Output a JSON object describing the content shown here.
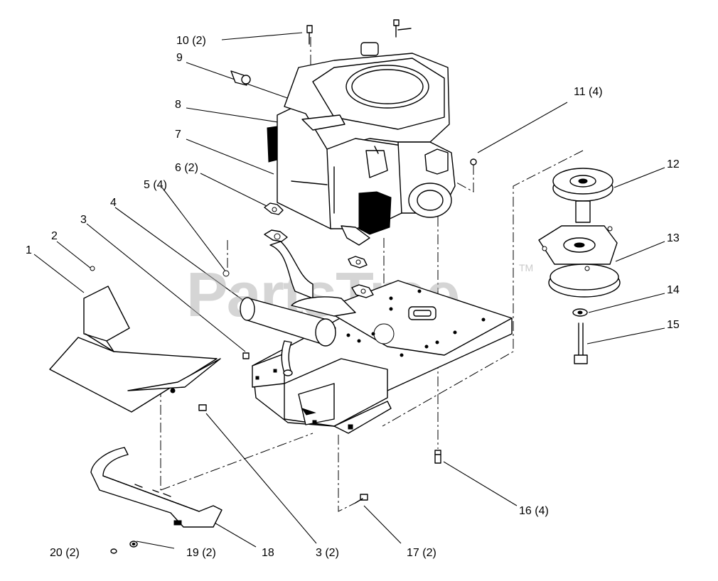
{
  "watermark": {
    "text": "PartsTree",
    "trademark": "TM"
  },
  "callouts": [
    {
      "id": "10",
      "label": "10 (2)"
    },
    {
      "id": "9",
      "label": "9"
    },
    {
      "id": "8",
      "label": "8"
    },
    {
      "id": "7",
      "label": "7"
    },
    {
      "id": "6",
      "label": "6 (2)"
    },
    {
      "id": "5",
      "label": "5 (4)"
    },
    {
      "id": "4",
      "label": "4"
    },
    {
      "id": "3a",
      "label": "3"
    },
    {
      "id": "2",
      "label": "2"
    },
    {
      "id": "1",
      "label": "1"
    },
    {
      "id": "11",
      "label": "11 (4)"
    },
    {
      "id": "12",
      "label": "12"
    },
    {
      "id": "13",
      "label": "13"
    },
    {
      "id": "14",
      "label": "14"
    },
    {
      "id": "15",
      "label": "15"
    },
    {
      "id": "16",
      "label": "16 (4)"
    },
    {
      "id": "17",
      "label": "17 (2)"
    },
    {
      "id": "3b",
      "label": "3 (2)"
    },
    {
      "id": "18",
      "label": "18"
    },
    {
      "id": "19",
      "label": "19 (2)"
    },
    {
      "id": "20",
      "label": "20 (2)"
    }
  ]
}
